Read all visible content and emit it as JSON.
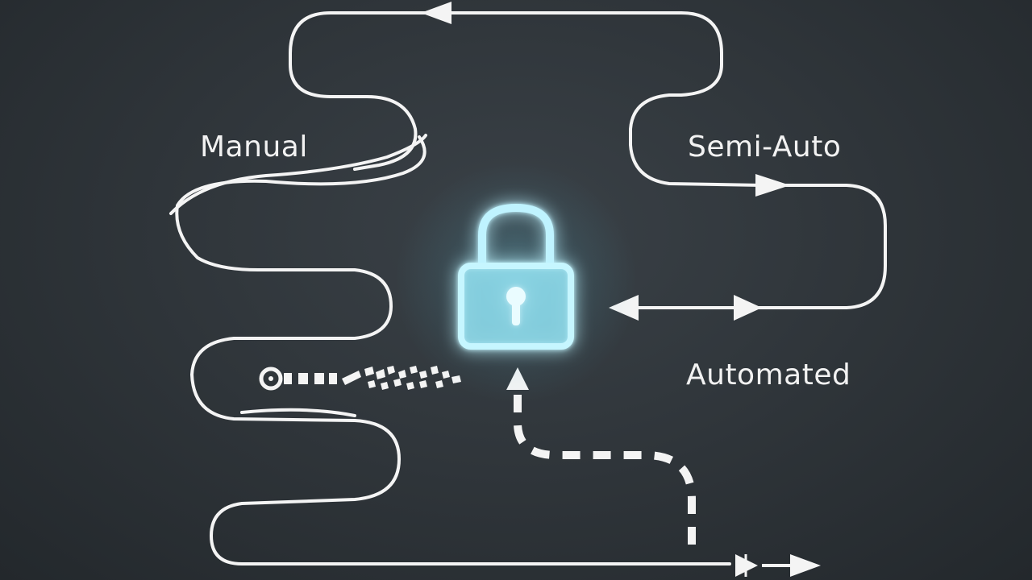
{
  "labels": {
    "manual": "Manual",
    "semi_auto": "Semi-Auto",
    "automated": "Automated"
  },
  "colors": {
    "background": "#2b3035",
    "path_stroke": "#f4f4f4",
    "lock_glow": "#7fe8ff",
    "lock_fill": "#b8f1ff"
  },
  "icons": {
    "center": "padlock-icon",
    "key": "key-icon"
  }
}
